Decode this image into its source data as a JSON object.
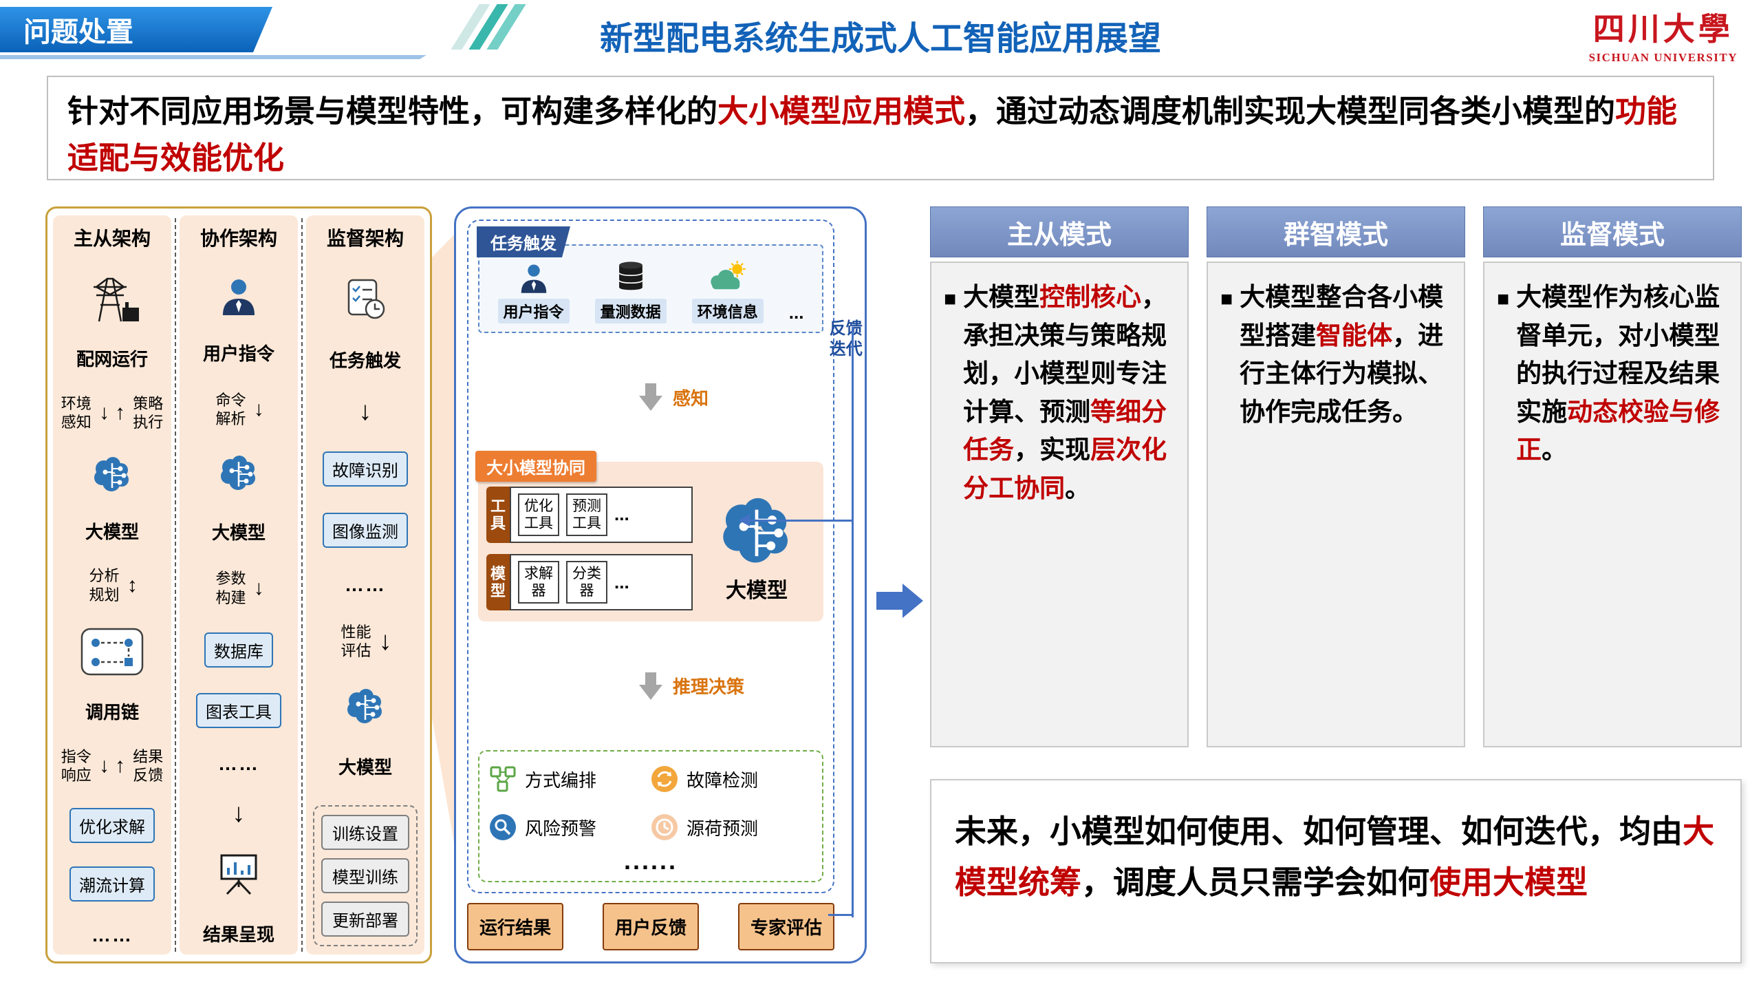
{
  "colors": {
    "accent_red": "#C00000",
    "title_blue": "#1262B8",
    "banner_blue": "#0B62B8",
    "card_header_blue": "#7E99C9",
    "panel_blue": "#4472C4",
    "left_panel_gold": "#C9A03C",
    "orange_accent": "#ED7D31"
  },
  "header": {
    "banner": "问题处置",
    "title": "新型配电系统生成式人工智能应用展望",
    "logo_cn": "四川大學",
    "logo_en": "SICHUAN UNIVERSITY"
  },
  "intro": {
    "segments": [
      {
        "t": "针对不同应用场景与模型特性，可构建多样化的"
      },
      {
        "t": "大小模型应用模式",
        "r": true
      },
      {
        "t": "，通过动态调度机制实现大模型同各类小模型的"
      },
      {
        "t": "功能适配与效能优化",
        "r": true
      }
    ]
  },
  "left_panel": {
    "col1": {
      "title": "主从架构",
      "node": "配网运行",
      "flow1_left": "环境感知",
      "flow1_right": "策略执行",
      "model": "大模型",
      "flow2": "分析规划",
      "chain": "调用链",
      "flow3_left": "指令响应",
      "flow3_right": "结果反馈",
      "box1": "优化求解",
      "box2": "潮流计算",
      "more": "……"
    },
    "col2": {
      "title": "协作架构",
      "node": "用户指令",
      "flow1": "命令解析",
      "model": "大模型",
      "flow2": "参数构建",
      "box1": "数据库",
      "box2": "图表工具",
      "more": "……",
      "result": "结果呈现"
    },
    "col3": {
      "title": "监督架构",
      "node": "任务触发",
      "box1": "故障识别",
      "box2": "图像监测",
      "more": "……",
      "flow1": "性能评估",
      "model": "大模型",
      "train1": "训练设置",
      "train2": "模型训练",
      "train3": "更新部署"
    }
  },
  "mid_panel": {
    "trigger_tab": "任务触发",
    "input1": "用户指令",
    "input2": "量测数据",
    "input3": "环境信息",
    "input_more": "...",
    "sense": "感知",
    "coord_tab": "大小模型协同",
    "row1_label": "工具",
    "row1_item1": "优化工具",
    "row1_item2": "预测工具",
    "row1_more": "...",
    "row2_label": "模型",
    "row2_item1": "求解器",
    "row2_item2": "分类器",
    "row2_more": "...",
    "model": "大模型",
    "decide": "推理决策",
    "out1": "方式编排",
    "out2": "故障检测",
    "out3": "风险预警",
    "out4": "源荷预测",
    "out_more": "......",
    "bottom1": "运行结果",
    "bottom2": "用户反馈",
    "bottom3": "专家评估",
    "feedback": "反馈迭代"
  },
  "cards": [
    {
      "title": "主从模式",
      "bullet": "■",
      "segments": [
        {
          "t": "大模型"
        },
        {
          "t": "控制核心",
          "r": true
        },
        {
          "t": "，承担决策与策略规划，小模型则专注计算、预测"
        },
        {
          "t": "等细分任务",
          "r": true
        },
        {
          "t": "，实现"
        },
        {
          "t": "层次化分工协同",
          "r": true
        },
        {
          "t": "。"
        }
      ]
    },
    {
      "title": "群智模式",
      "bullet": "■",
      "segments": [
        {
          "t": "大模型整合各小模型搭建"
        },
        {
          "t": "智能体",
          "r": true
        },
        {
          "t": "，进行主体行为模拟、协作完成任务。"
        }
      ]
    },
    {
      "title": "监督模式",
      "bullet": "■",
      "segments": [
        {
          "t": "大模型作为核心监督单元，对小模型的执行过程及结果实施"
        },
        {
          "t": "动态校验与修正",
          "r": true
        },
        {
          "t": "。"
        }
      ]
    }
  ],
  "bottom_note": {
    "segments": [
      {
        "t": "未来，小模型如何使用、如何管理、如何迭代，均由"
      },
      {
        "t": "大模型统筹",
        "r": true
      },
      {
        "t": "，调度人员只需学会如何"
      },
      {
        "t": "使用大模型",
        "r": true
      }
    ]
  }
}
